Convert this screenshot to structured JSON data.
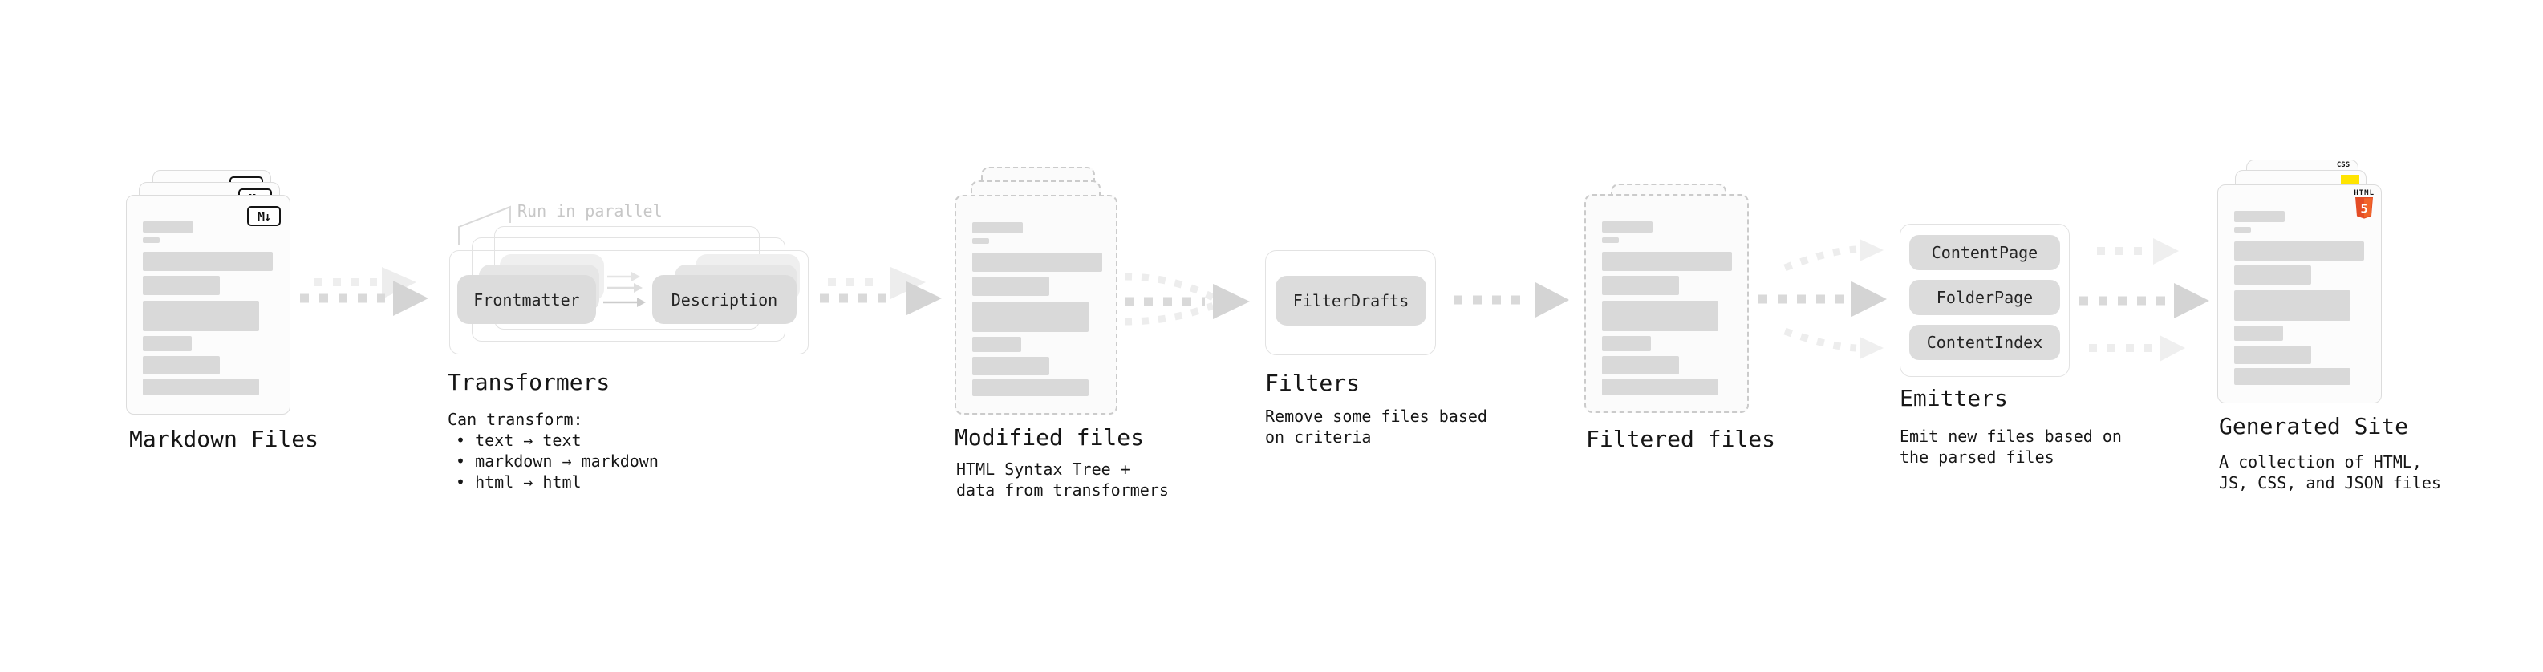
{
  "stages": {
    "markdown_files": {
      "title": "Markdown Files",
      "badge": "M↓"
    },
    "transformers": {
      "title": "Transformers",
      "annotation": "Run in parallel",
      "pills": [
        "Frontmatter",
        "Description"
      ],
      "description": [
        "Can transform:",
        "• text → text",
        "• markdown → markdown",
        "• html → html"
      ]
    },
    "modified_files": {
      "title": "Modified files",
      "description": [
        "HTML Syntax Tree +",
        "data from transformers"
      ]
    },
    "filters": {
      "title": "Filters",
      "pills": [
        "FilterDrafts"
      ],
      "description": [
        "Remove some files based",
        "on criteria"
      ]
    },
    "filtered_files": {
      "title": "Filtered files"
    },
    "emitters": {
      "title": "Emitters",
      "pills": [
        "ContentPage",
        "FolderPage",
        "ContentIndex"
      ],
      "description": [
        "Emit new files based on",
        "the parsed files"
      ]
    },
    "generated_site": {
      "title": "Generated Site",
      "description": [
        "A collection of HTML,",
        "JS, CSS, and JSON files"
      ],
      "badges": {
        "css": "CSS",
        "html_label": "HTML",
        "html_number": "5"
      }
    }
  },
  "colors": {
    "skeleton_bar": "#d9d9d9",
    "pill": "#dcdcdc",
    "arrow_main": "#d4d4d4",
    "arrow_ghost": "#ededed",
    "annotation_gray": "#c7c7c7",
    "text": "#161616",
    "html5_orange": "#e44d26",
    "html5_orange_light": "#f16529",
    "js_yellow": "#ffe400",
    "css_blue": "#2b62f6"
  }
}
